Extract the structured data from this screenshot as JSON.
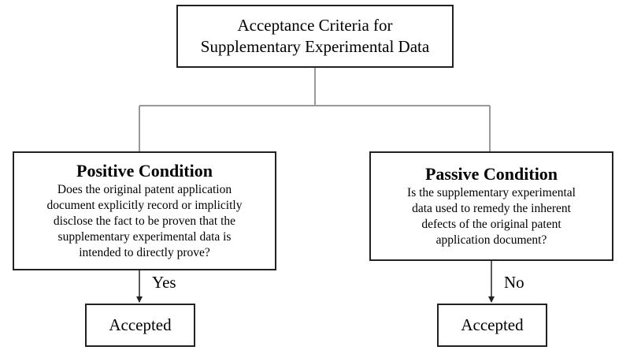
{
  "root": {
    "line1": "Acceptance Criteria for",
    "line2": "Supplementary Experimental Data"
  },
  "left": {
    "title": "Positive Condition",
    "lines": [
      "Does the original patent application",
      "document explicitly record or implicitly",
      "disclose the fact to be proven that the",
      "supplementary experimental data is",
      "intended to directly prove?"
    ],
    "edge_label": "Yes",
    "result": "Accepted"
  },
  "right": {
    "title": "Passive Condition",
    "lines": [
      "Is the supplementary experimental",
      "data used to remedy the inherent",
      "defects of the original patent",
      "application document?"
    ],
    "edge_label": "No",
    "result": "Accepted"
  },
  "colors": {
    "line": "#999999",
    "arrow": "#222222",
    "border": "#222222"
  }
}
